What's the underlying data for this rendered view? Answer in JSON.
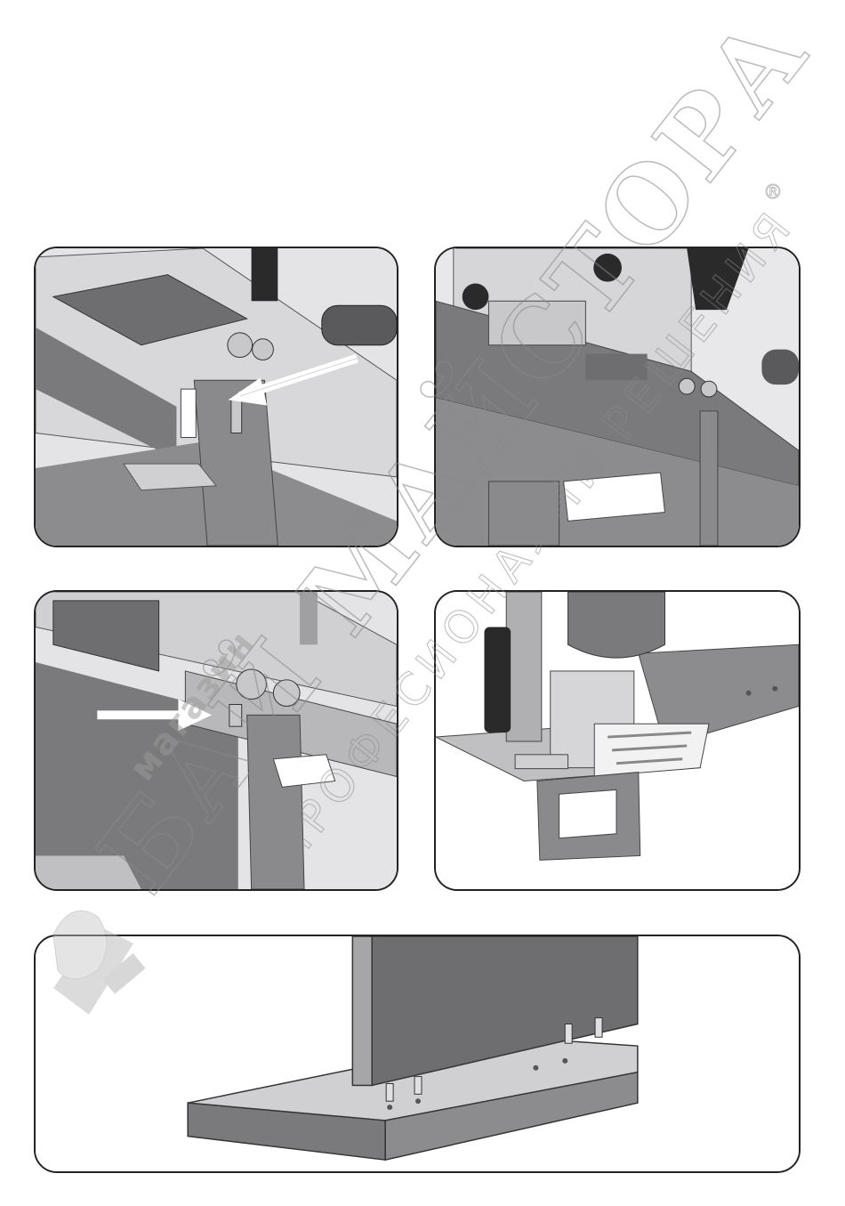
{
  "watermark": {
    "brand": "БАЙ МАЙСТОРА",
    "tagline": "ПРОФЕСИОНАЛНИ РЕШЕНИЯ",
    "shop": "магазин",
    "registered": "®"
  },
  "figures": [
    {
      "id": "fig-1",
      "arrow": "pointing-left-up"
    },
    {
      "id": "fig-2",
      "arrow": "none"
    },
    {
      "id": "fig-3",
      "arrow": "pointing-right"
    },
    {
      "id": "fig-4",
      "arrow": "none"
    },
    {
      "id": "fig-5",
      "arrow": "none"
    }
  ],
  "colors": {
    "dark_gray": "#6e6e70",
    "mid_gray": "#8c8c8e",
    "light_gray": "#c8c8ca",
    "outline": "#222222"
  }
}
